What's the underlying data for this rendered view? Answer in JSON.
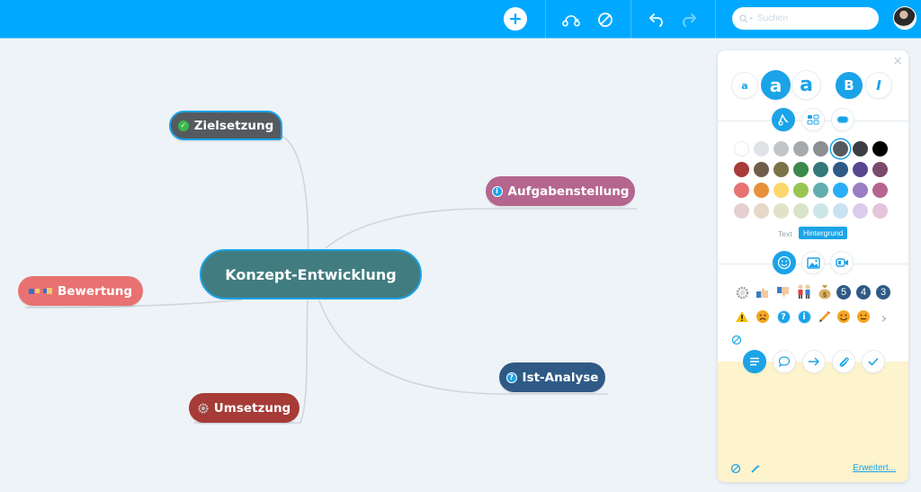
{
  "toolbar": {
    "background": "#00a9ff",
    "add_icon": "plus-icon",
    "connect_icon": "relation-icon",
    "clear_icon": "no-style-icon",
    "undo_icon": "undo-icon",
    "redo_icon": "redo-icon",
    "search": {
      "placeholder": "Suchen",
      "value": ""
    },
    "avatar": "user-avatar"
  },
  "mindmap": {
    "root": {
      "label": "Konzept-Entwicklung",
      "color": "#417d80"
    },
    "children": [
      {
        "label": "Zielsetzung",
        "icon": "check-icon",
        "color": "#555a5f",
        "selected": true
      },
      {
        "label": "Aufgabenstellung",
        "icon": "info-icon",
        "color": "#b5668e"
      },
      {
        "label": "Bewertung",
        "icon": "thumbs-icon",
        "color": "#e87272"
      },
      {
        "label": "Umsetzung",
        "icon": "gear-icon",
        "color": "#a63b37"
      },
      {
        "label": "Ist-Analyse",
        "icon": "question-icon",
        "color": "#2f5a86"
      }
    ]
  },
  "panel": {
    "close_label": "×",
    "font_sizes": [
      "a",
      "a",
      "a"
    ],
    "bold_label": "B",
    "italic_label": "I",
    "style_tabs": [
      "paint-icon",
      "layout-icon",
      "shape-icon"
    ],
    "colors": [
      [
        "#ffffff",
        "#dfe3e7",
        "#c3c6c9",
        "#a7aaad",
        "#8c8f92",
        "#555a5f",
        "#3b3f43",
        "#000000"
      ],
      [
        "#a63b37",
        "#715d4c",
        "#7c7346",
        "#3b8a4c",
        "#34787a",
        "#2f5a86",
        "#5a4690",
        "#7b4a6c"
      ],
      [
        "#e87272",
        "#e8913d",
        "#fdd76d",
        "#9ac553",
        "#61aeae",
        "#29aef7",
        "#9b7ec1",
        "#b5668e"
      ],
      [
        "#e6cfcf",
        "#e6d8c8",
        "#e3e2c8",
        "#d9e3c7",
        "#cce5e6",
        "#c9e1f1",
        "#dccbec",
        "#e5c4dc"
      ]
    ],
    "selected_color": "#555a5f",
    "color_target": {
      "text_label": "Text",
      "background_label": "Hintergrund",
      "active": "Hintergrund"
    },
    "media_tabs": [
      "smiley-icon",
      "image-icon",
      "video-icon"
    ],
    "icons_row1": [
      "gear-icon",
      "thumbs-up-icon",
      "thumbs-down-icon",
      "couple-icon",
      "money-bag-icon",
      "5",
      "4",
      "3"
    ],
    "icons_row2": [
      "warning-icon",
      "sad-face-icon",
      "question-icon",
      "info-icon",
      "pencil-icon",
      "smile-icon",
      "neutral-face-icon"
    ],
    "more_icons_label": "›",
    "note_tabs": [
      "notes-icon",
      "comment-icon",
      "link-arrow-icon",
      "attachment-icon",
      "task-check-icon"
    ],
    "advanced_link": "Erweitert..."
  }
}
